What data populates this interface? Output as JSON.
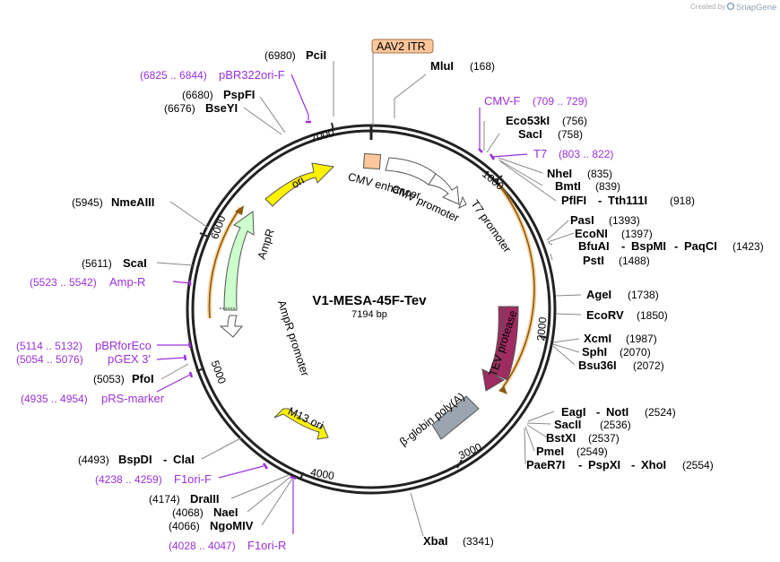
{
  "plasmid": {
    "name": "V1-MESA-45F-Tev",
    "length_label": "7194 bp",
    "length": 7194
  },
  "credit": {
    "prefix": "Created by",
    "brand": "SnapGene"
  },
  "colors": {
    "ori": "#FFF200",
    "ampr": "#CCFFCC",
    "enhancer": "#FFFFFF",
    "promoter": "#FFFFFF",
    "cds_tev": "#9E2C60",
    "polya": "#9AA5AF",
    "itr": "#FDC79B",
    "orange_arc": "#F0A030",
    "primer": "#9B30D9"
  },
  "tick_labels": [
    "1000",
    "2000",
    "3000",
    "4000",
    "5000",
    "6000",
    "7000"
  ],
  "features": [
    {
      "id": "ori",
      "label": "ori",
      "type": "ori",
      "arrow_label": "ori",
      "inner_text": ""
    },
    {
      "id": "ampr",
      "label": "AmpR",
      "type": "cds",
      "inner_text": ""
    },
    {
      "id": "ampr_promoter",
      "label": "AmpR promoter",
      "type": "promoter",
      "inner_text": ""
    },
    {
      "id": "cmv_enhancer",
      "label": "CMV enhancer",
      "type": "enhancer",
      "inner_text": ""
    },
    {
      "id": "cmv_promoter",
      "label": "CMV promoter",
      "type": "promoter",
      "inner_text": ""
    },
    {
      "id": "t7_promoter",
      "label": "T7 promoter",
      "type": "promoter",
      "inner_text": ""
    },
    {
      "id": "tev",
      "label": "TEV protease",
      "type": "cds",
      "inner_text": ""
    },
    {
      "id": "bglobin",
      "label": "β-globin poly(A)",
      "type": "polyA",
      "inner_text": ""
    },
    {
      "id": "m13ori",
      "label": "M13 ori",
      "type": "ori",
      "arrow_label": "M13 ori",
      "inner_text": ""
    }
  ],
  "itr": {
    "label": "AAV2 ITR"
  },
  "restriction_sites": [
    {
      "name": "PciI",
      "pos": "(6980)"
    },
    {
      "name": "MluI",
      "pos": "(168)"
    },
    {
      "name": "PspFI",
      "pos": "(6680)"
    },
    {
      "name": "BseYI",
      "pos": "(6676)"
    },
    {
      "name": "Eco53kI",
      "pos": "(756)"
    },
    {
      "name": "SacI",
      "pos": "(758)"
    },
    {
      "name": "NheI",
      "pos": "(835)"
    },
    {
      "name": "BmtI",
      "pos": "(839)"
    },
    {
      "name": "PflFI",
      "name2": "Tth111I",
      "pos": "(918)"
    },
    {
      "name": "NmeAIII",
      "pos": "(5945)"
    },
    {
      "name": "PasI",
      "pos": "(1393)"
    },
    {
      "name": "EcoNI",
      "pos": "(1397)"
    },
    {
      "name": "BfuAI",
      "name2": "BspMI",
      "name3": "PaqCI",
      "pos": "(1423)"
    },
    {
      "name": "PstI",
      "pos": "(1488)"
    },
    {
      "name": "ScaI",
      "pos": "(5611)"
    },
    {
      "name": "AgeI",
      "pos": "(1738)"
    },
    {
      "name": "EcoRV",
      "pos": "(1850)"
    },
    {
      "name": "XcmI",
      "pos": "(1987)"
    },
    {
      "name": "SphI",
      "pos": "(2070)"
    },
    {
      "name": "Bsu36I",
      "pos": "(2072)"
    },
    {
      "name": "PfoI",
      "pos": "(5053)"
    },
    {
      "name": "EagI",
      "name2": "NotI",
      "pos": "(2524)"
    },
    {
      "name": "SacII",
      "pos": "(2536)"
    },
    {
      "name": "BstXI",
      "pos": "(2537)"
    },
    {
      "name": "PmeI",
      "pos": "(2549)"
    },
    {
      "name": "PaeR7I",
      "name2": "PspXI",
      "name3": "XhoI",
      "pos": "(2554)"
    },
    {
      "name": "BspDI",
      "name2": "ClaI",
      "pos": "(4493)"
    },
    {
      "name": "DraIII",
      "pos": "(4174)"
    },
    {
      "name": "NaeI",
      "pos": "(4068)"
    },
    {
      "name": "NgoMIV",
      "pos": "(4066)"
    },
    {
      "name": "XbaI",
      "pos": "(3341)"
    }
  ],
  "primers": [
    {
      "name": "pBR322ori-F",
      "range": "(6825 .. 6844)"
    },
    {
      "name": "CMV-F",
      "range": "(709 .. 729)"
    },
    {
      "name": "T7",
      "range": "(803 .. 822)"
    },
    {
      "name": "Amp-R",
      "range": "(5523 .. 5542)"
    },
    {
      "name": "pBRforEco",
      "range": "(5114 .. 5132)"
    },
    {
      "name": "pGEX 3'",
      "range": "(5054 .. 5076)"
    },
    {
      "name": "pRS-marker",
      "range": "(4935 .. 4954)"
    },
    {
      "name": "F1ori-F",
      "range": "(4238 .. 4259)"
    },
    {
      "name": "F1ori-R",
      "range": "(4028 .. 4047)"
    }
  ]
}
